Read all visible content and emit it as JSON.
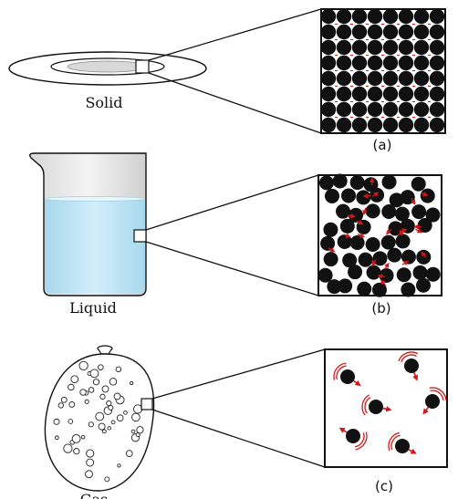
{
  "labels": {
    "solid": "Solid",
    "liquid": "Liquid",
    "gas": "Gas"
  },
  "captions": {
    "a": "(a)",
    "b": "(b)",
    "c": "(c)"
  },
  "colors": {
    "particle": "#111111",
    "motion_arrow": "#d01818",
    "liquid_fill": "#bfe3f2",
    "outline": "#111111"
  },
  "icons": {
    "solid_container": "dish-icon",
    "liquid_container": "beaker-icon",
    "gas_container": "balloon-icon",
    "motion": "arrow-icon"
  }
}
